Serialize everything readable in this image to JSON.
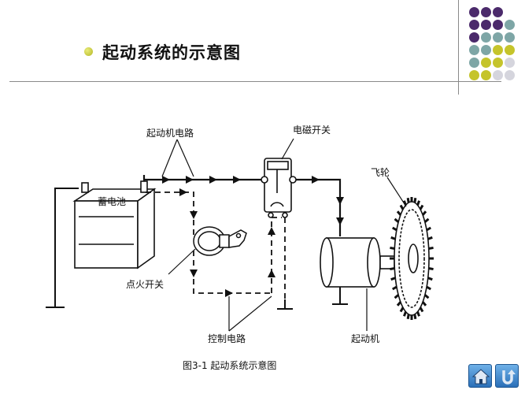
{
  "slide": {
    "title": "起动系统的示意图",
    "colors": {
      "purple": "#4b2a6b",
      "teal": "#7ea6a6",
      "olive": "#c5c42b",
      "gray": "#d5d5dd"
    }
  },
  "diagram": {
    "labels": {
      "starter_circuit": "起动机电路",
      "solenoid_switch": "电磁开关",
      "flywheel": "飞轮",
      "battery": "蓄电池",
      "ignition_switch": "点火开关",
      "control_circuit": "控制电路",
      "starter_motor": "起动机"
    },
    "caption": "图3-1    起动系统示意图"
  },
  "nav": {
    "home_icon": "home-icon",
    "return_icon": "return-icon"
  }
}
